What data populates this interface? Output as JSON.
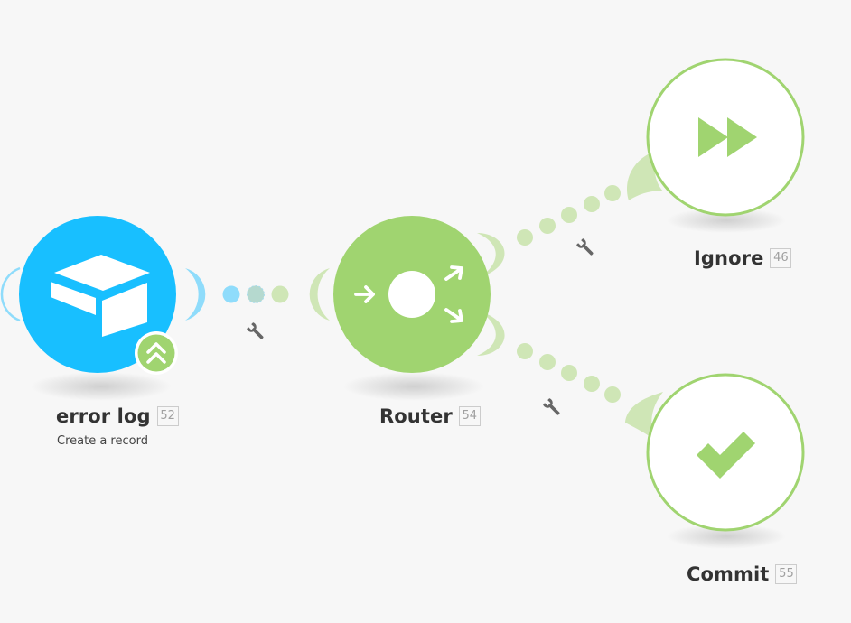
{
  "scenario": {
    "modules": [
      {
        "key": "airtable",
        "name": "error log",
        "id": "52",
        "subtitle": "Create a record",
        "icon": "airtable-box-icon",
        "badge_icon": "double-chevron-up-icon",
        "color": "#18bfff"
      },
      {
        "key": "router",
        "name": "Router",
        "id": "54",
        "icon": "router-arrows-icon",
        "color": "#a0d470"
      },
      {
        "key": "ignore",
        "name": "Ignore",
        "id": "46",
        "icon": "fast-forward-icon",
        "color": "#a0d470"
      },
      {
        "key": "commit",
        "name": "Commit",
        "id": "55",
        "icon": "checkmark-icon",
        "color": "#a0d470"
      }
    ],
    "connections": [
      {
        "from": "error log",
        "to": "Router",
        "filter_icon": "wrench-icon"
      },
      {
        "from": "Router",
        "to": "Ignore",
        "filter_icon": "wrench-icon"
      },
      {
        "from": "Router",
        "to": "Commit",
        "filter_icon": "wrench-icon"
      }
    ],
    "colors": {
      "background": "#f7f7f7",
      "airtable_blue": "#18bfff",
      "airtable_light": "#8fdcfb",
      "green": "#a0d470",
      "green_light": "#cfe6b6",
      "text": "#333333"
    }
  }
}
